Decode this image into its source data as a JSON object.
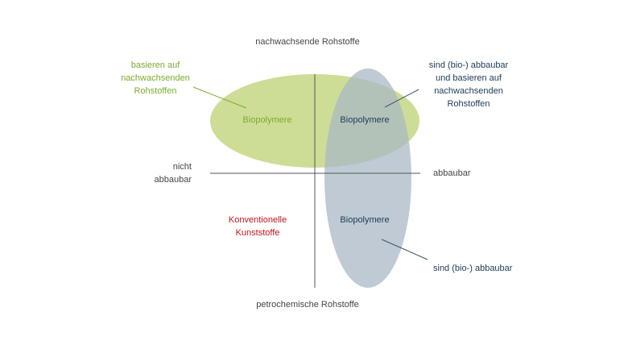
{
  "axes": {
    "top": "nachwachsende Rohstoffe",
    "bottom": "petrochemische Rohstoffe",
    "left_line1": "nicht",
    "left_line2": "abbaubar",
    "right": "abbaubar"
  },
  "ellipses": {
    "green_label": "Biopolymere",
    "overlap_label": "Biopolymere",
    "blue_label": "Biopolymere"
  },
  "callouts": {
    "green": [
      "basieren auf",
      "nachwachsenden",
      "Rohstoffen"
    ],
    "navy_top": [
      "sind (bio-) abbaubar",
      "und basieren auf",
      "nachwachsenden",
      "Rohstoffen"
    ],
    "navy_bottom": "sind (bio-) abbaubar"
  },
  "quadrant_text": [
    "Konventionelle",
    "Kunststoffe"
  ],
  "colors": {
    "green_ellipse": "#c4d783",
    "blue_ellipse": "#b6c3cf",
    "axis": "#555555",
    "green_text": "#7aac2c",
    "navy_text": "#1d3a57",
    "red_text": "#c0141c"
  }
}
